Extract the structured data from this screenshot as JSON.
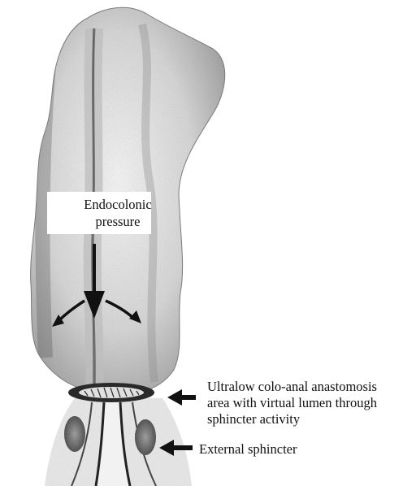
{
  "labels": {
    "endocolonic_pressure": [
      "Endocolonic",
      "pressure"
    ],
    "anastomosis": [
      "Ultralow colo-anal anastomosis",
      "area with virtual lumen through",
      "sphincter activity"
    ],
    "external_sphincter": "External sphincter"
  },
  "colors": {
    "ink": "#111111",
    "tissue_dark": "#555555",
    "tissue_light": "#d9d9d9",
    "background": "#ffffff"
  },
  "icons": {
    "pressure_arrow": "down-arrow-icon",
    "pointer_arrows": "left-arrow-icon"
  }
}
